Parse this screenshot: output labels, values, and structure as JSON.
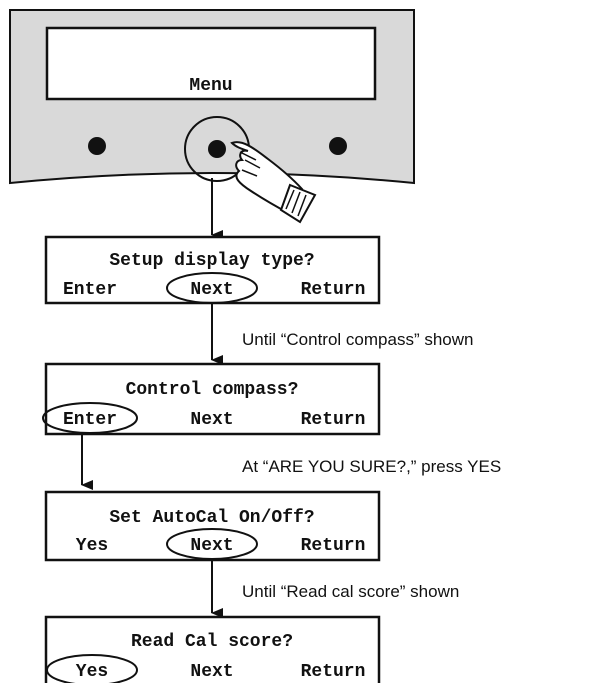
{
  "device": {
    "screen_text": "Menu"
  },
  "screens": [
    {
      "line1": "Setup display type?",
      "opt_left": "Enter",
      "opt_mid": "Next",
      "opt_right": "Return"
    },
    {
      "line1": "Control compass?",
      "opt_left": "Enter",
      "opt_mid": "Next",
      "opt_right": "Return"
    },
    {
      "line1": "Set AutoCal On/Off?",
      "opt_left": "Yes",
      "opt_mid": "Next",
      "opt_right": "Return"
    },
    {
      "line1": "Read Cal score?",
      "opt_left": "Yes",
      "opt_mid": "Next",
      "opt_right": "Return"
    }
  ],
  "notes": [
    "Until “Control compass” shown",
    "At “ARE YOU SURE?,” press YES",
    "Until “Read cal score” shown"
  ]
}
